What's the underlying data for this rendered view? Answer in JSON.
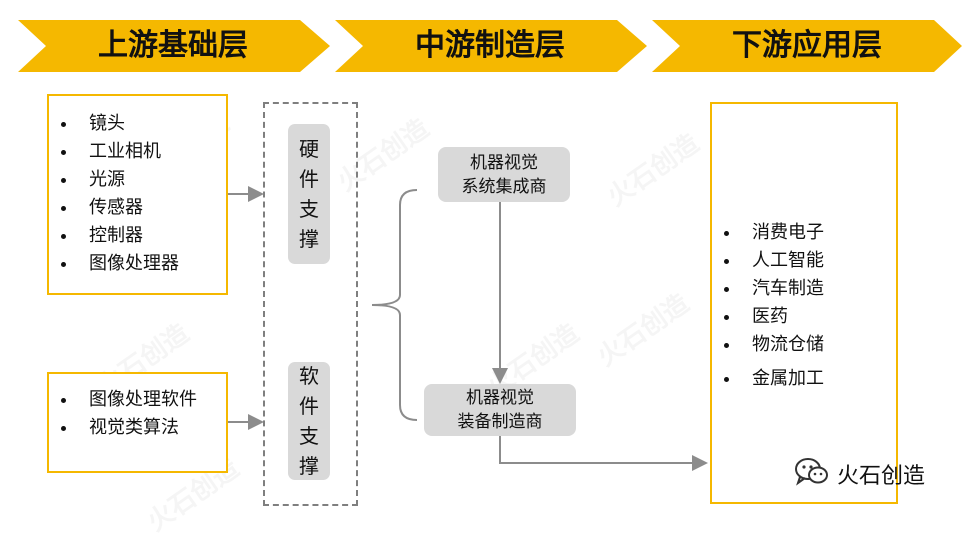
{
  "stages": [
    {
      "label": "上游基础层"
    },
    {
      "label": "中游制造层"
    },
    {
      "label": "下游应用层"
    }
  ],
  "upstream_hardware": {
    "items": [
      "镜头",
      "工业相机",
      "光源",
      "传感器",
      "控制器",
      "图像处理器"
    ]
  },
  "upstream_software": {
    "items": [
      "图像处理软件",
      "视觉类算法"
    ]
  },
  "support": {
    "hardware": [
      "硬",
      "件",
      "支",
      "撑"
    ],
    "software": [
      "软",
      "件",
      "支",
      "撑"
    ]
  },
  "midstream": {
    "integrator": [
      "机器视觉",
      "系统集成商"
    ],
    "equipment": [
      "机器视觉",
      "装备制造商"
    ]
  },
  "downstream": {
    "items": [
      "消费电子",
      "人工智能",
      "汽车制造",
      "医药",
      "物流仓储",
      "金属加工"
    ]
  },
  "watermark": "火石创造",
  "logo": {
    "text": "火石创造",
    "icon": "wechat-icon"
  },
  "colors": {
    "accent": "#f5b800",
    "node": "#d9d9d9",
    "line": "#8c8c8c"
  }
}
